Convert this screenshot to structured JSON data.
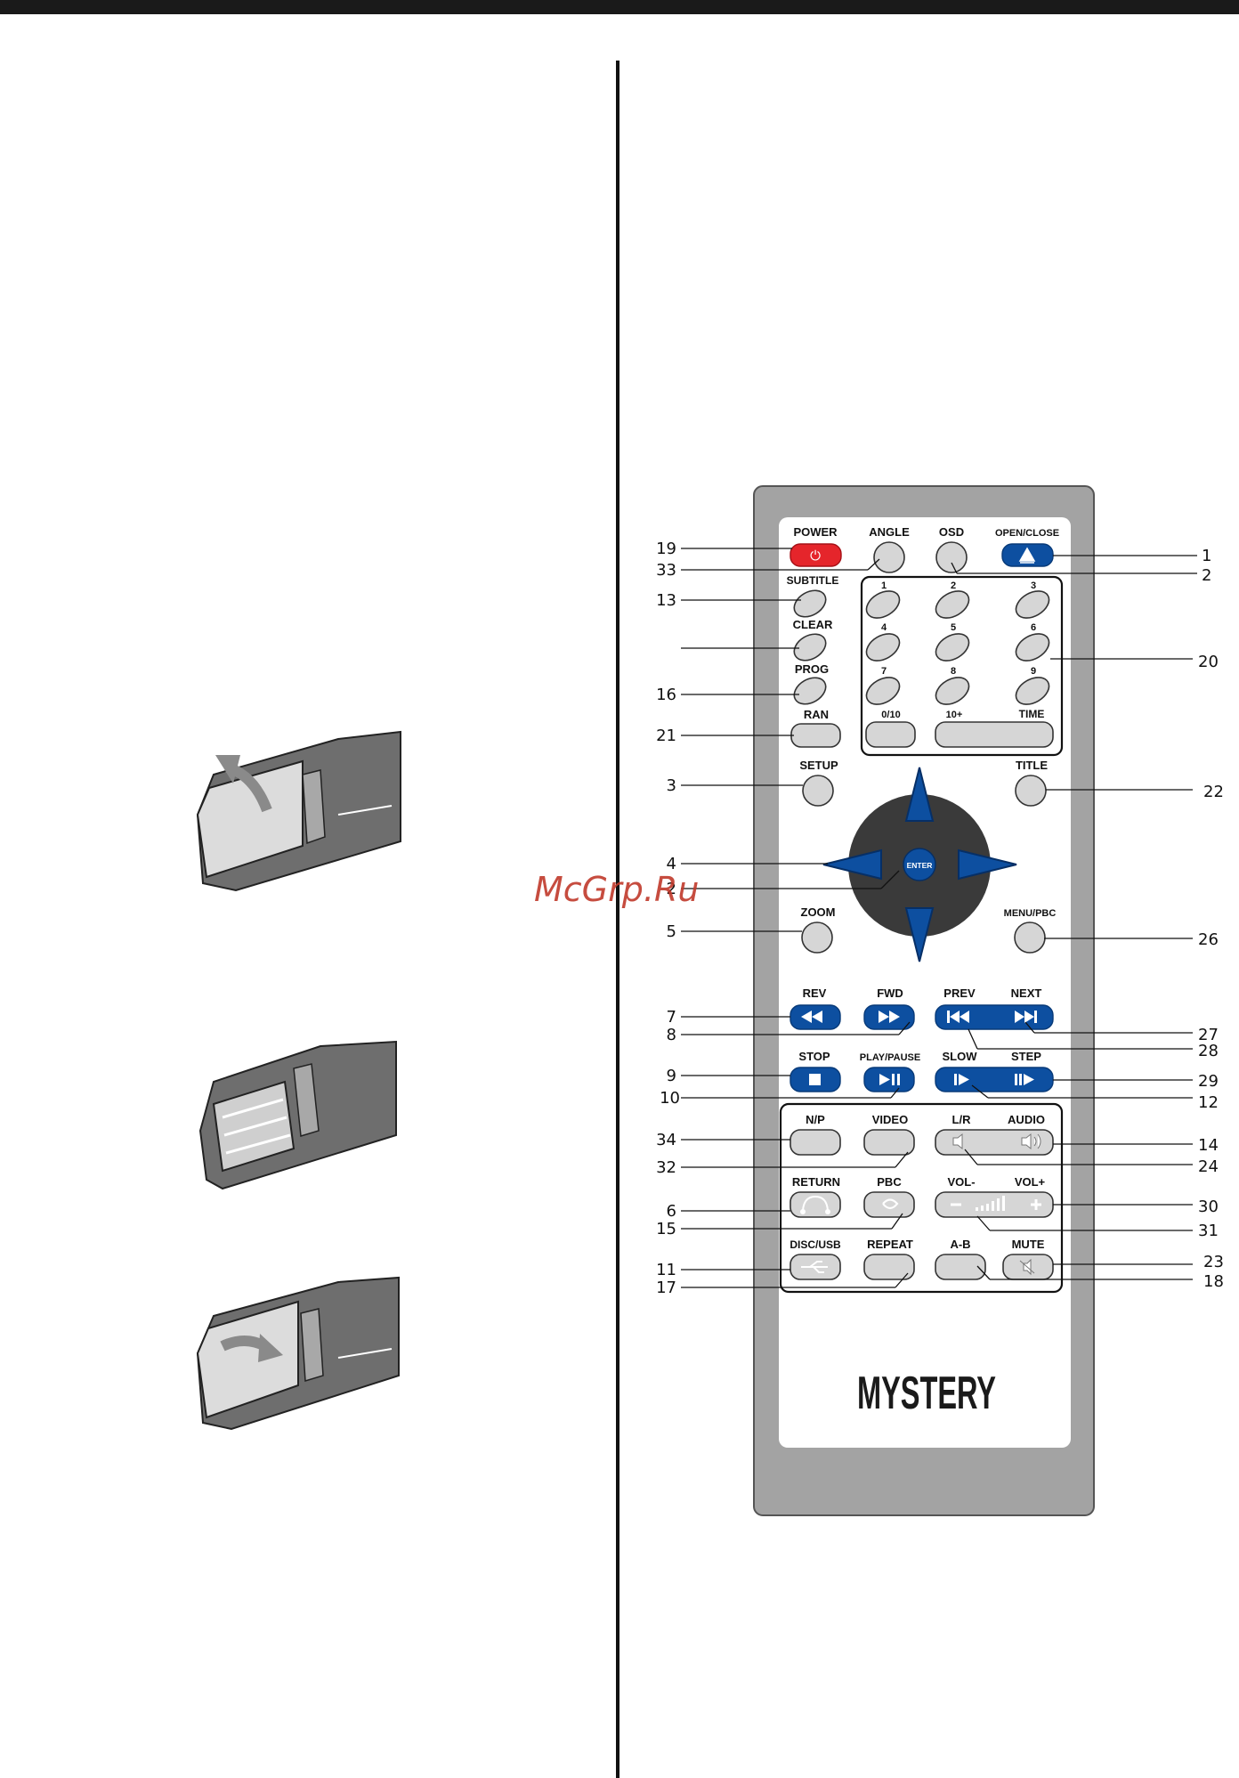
{
  "remote": {
    "brand": "MYSTERY",
    "watermark": "McGrp.Ru",
    "button_labels": {
      "power": "POWER",
      "angle": "ANGLE",
      "osd": "OSD",
      "open_close": "OPEN/CLOSE",
      "subtitle": "SUBTITLE",
      "clear": "CLEAR",
      "prog": "PROG",
      "ran": "RAN",
      "n1": "1",
      "n2": "2",
      "n3": "3",
      "n4": "4",
      "n5": "5",
      "n6": "6",
      "n7": "7",
      "n8": "8",
      "n9": "9",
      "n0_10": "0/10",
      "n10plus": "10+",
      "time": "TIME",
      "setup": "SETUP",
      "title": "TITLE",
      "enter": "ENTER",
      "zoom": "ZOOM",
      "menu_pbc": "MENU/PBC",
      "rev": "REV",
      "fwd": "FWD",
      "prev": "PREV",
      "next": "NEXT",
      "stop": "STOP",
      "play_pause": "PLAY/PAUSE",
      "slow": "SLOW",
      "step": "STEP",
      "np": "N/P",
      "video": "VIDEO",
      "lr": "L/R",
      "audio": "AUDIO",
      "return": "RETURN",
      "pbc": "PBC",
      "vol_minus": "VOL-",
      "vol_plus": "VOL+",
      "disc_usb": "DISC/USB",
      "repeat": "REPEAT",
      "ab": "A-B",
      "mute": "MUTE"
    }
  },
  "callouts": {
    "left": {
      "c19": "19",
      "c33": "33",
      "c13": "13",
      "c16": "16",
      "c21": "21",
      "c3": "3",
      "c4": "4",
      "c2b": "2",
      "c5": "5",
      "c7": "7",
      "c8": "8",
      "c9": "9",
      "c10": "10",
      "c34": "34",
      "c32": "32",
      "c6": "6",
      "c15": "15",
      "c11": "11",
      "c17": "17"
    },
    "right": {
      "c1": "1",
      "c2": "2",
      "c20": "20",
      "c22": "22",
      "c26": "26",
      "c27": "27",
      "c28": "28",
      "c29": "29",
      "c12": "12",
      "c14": "14",
      "c24": "24",
      "c30": "30",
      "c31": "31",
      "c23": "23",
      "c18": "18"
    }
  }
}
